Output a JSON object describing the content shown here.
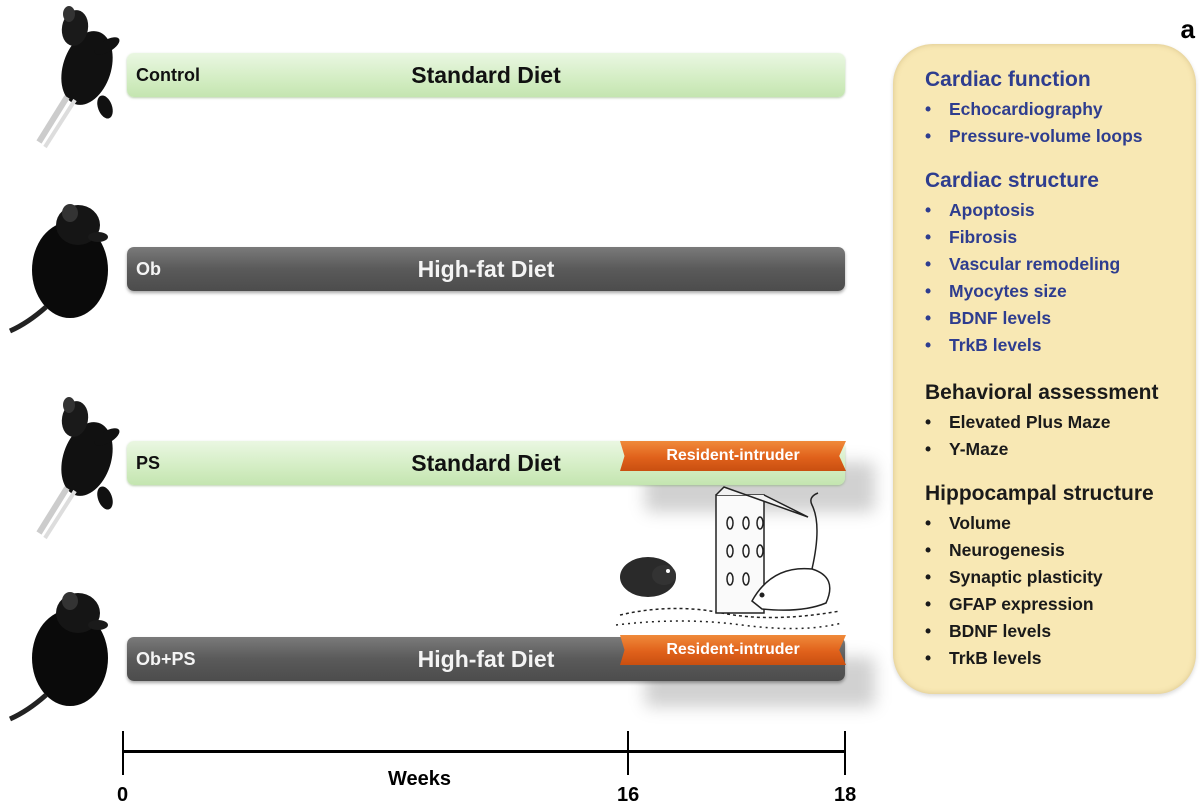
{
  "panel_letter": "a",
  "groups": [
    {
      "label": "Control",
      "diet": "Standard Diet",
      "type": "standard",
      "intervention": ""
    },
    {
      "label": "Ob",
      "diet": "High-fat Diet",
      "type": "highfat",
      "intervention": ""
    },
    {
      "label": "PS",
      "diet": "Standard Diet",
      "type": "standard",
      "intervention": "Resident-intruder"
    },
    {
      "label": "Ob+PS",
      "diet": "High-fat Diet",
      "type": "highfat",
      "intervention": "Resident-intruder"
    }
  ],
  "timeline": {
    "axis_label": "Weeks",
    "ticks": [
      "0",
      "16",
      "18"
    ]
  },
  "colors": {
    "standard_diet": "#d3edc3",
    "high_fat_diet": "#5a5a5a",
    "resident_intruder": "#e0611b",
    "panel_background": "#f8e8b4",
    "cardiac_text": "#2e3d8f",
    "behavior_text": "#1a1a1a"
  },
  "assessments": {
    "cardiac_function": {
      "title": "Cardiac function",
      "items": [
        "Echocardiography",
        "Pressure-volume loops"
      ]
    },
    "cardiac_structure": {
      "title": "Cardiac structure",
      "items": [
        "Apoptosis",
        "Fibrosis",
        "Vascular remodeling",
        "Myocytes size",
        "BDNF levels",
        "TrkB levels"
      ]
    },
    "behavioral": {
      "title": "Behavioral assessment",
      "items": [
        "Elevated Plus Maze",
        "Y-Maze"
      ]
    },
    "hippocampal": {
      "title": "Hippocampal structure",
      "items": [
        "Volume",
        "Neurogenesis",
        "Synaptic plasticity",
        "GFAP expression",
        "BDNF levels",
        "TrkB levels"
      ]
    }
  }
}
